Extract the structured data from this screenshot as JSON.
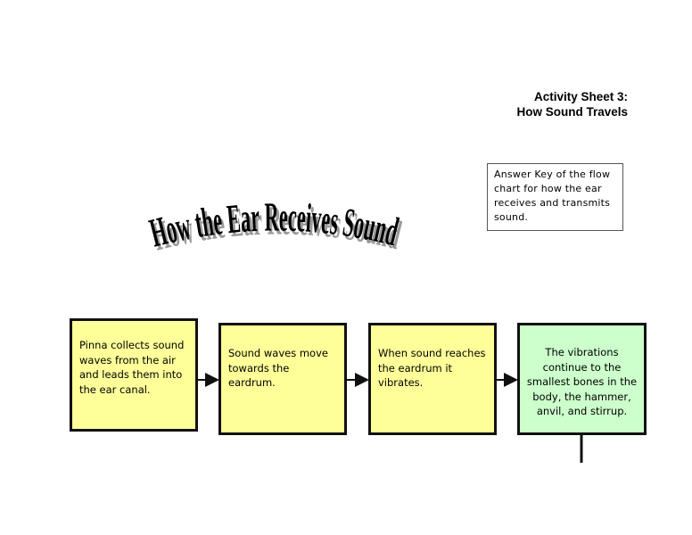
{
  "header": {
    "line1": "Activity Sheet 3:",
    "line2": "How Sound Travels"
  },
  "note": {
    "text": "Answer Key of the flow chart for how the ear receives and transmits sound."
  },
  "title": {
    "text": "How the Ear Receives Sound"
  },
  "flow": {
    "steps": [
      {
        "text": "Pinna collects sound waves from the air and leads them into the ear canal."
      },
      {
        "text": "Sound waves move towards the eardrum."
      },
      {
        "text": "When sound reaches the eardrum it vibrates."
      },
      {
        "text": "The vibrations continue to the smallest bones in the body, the hammer, anvil, and stirrup."
      }
    ]
  },
  "colors": {
    "step_fill": "#ffff99",
    "final_step_fill": "#ccffcc",
    "border": "#111111"
  }
}
